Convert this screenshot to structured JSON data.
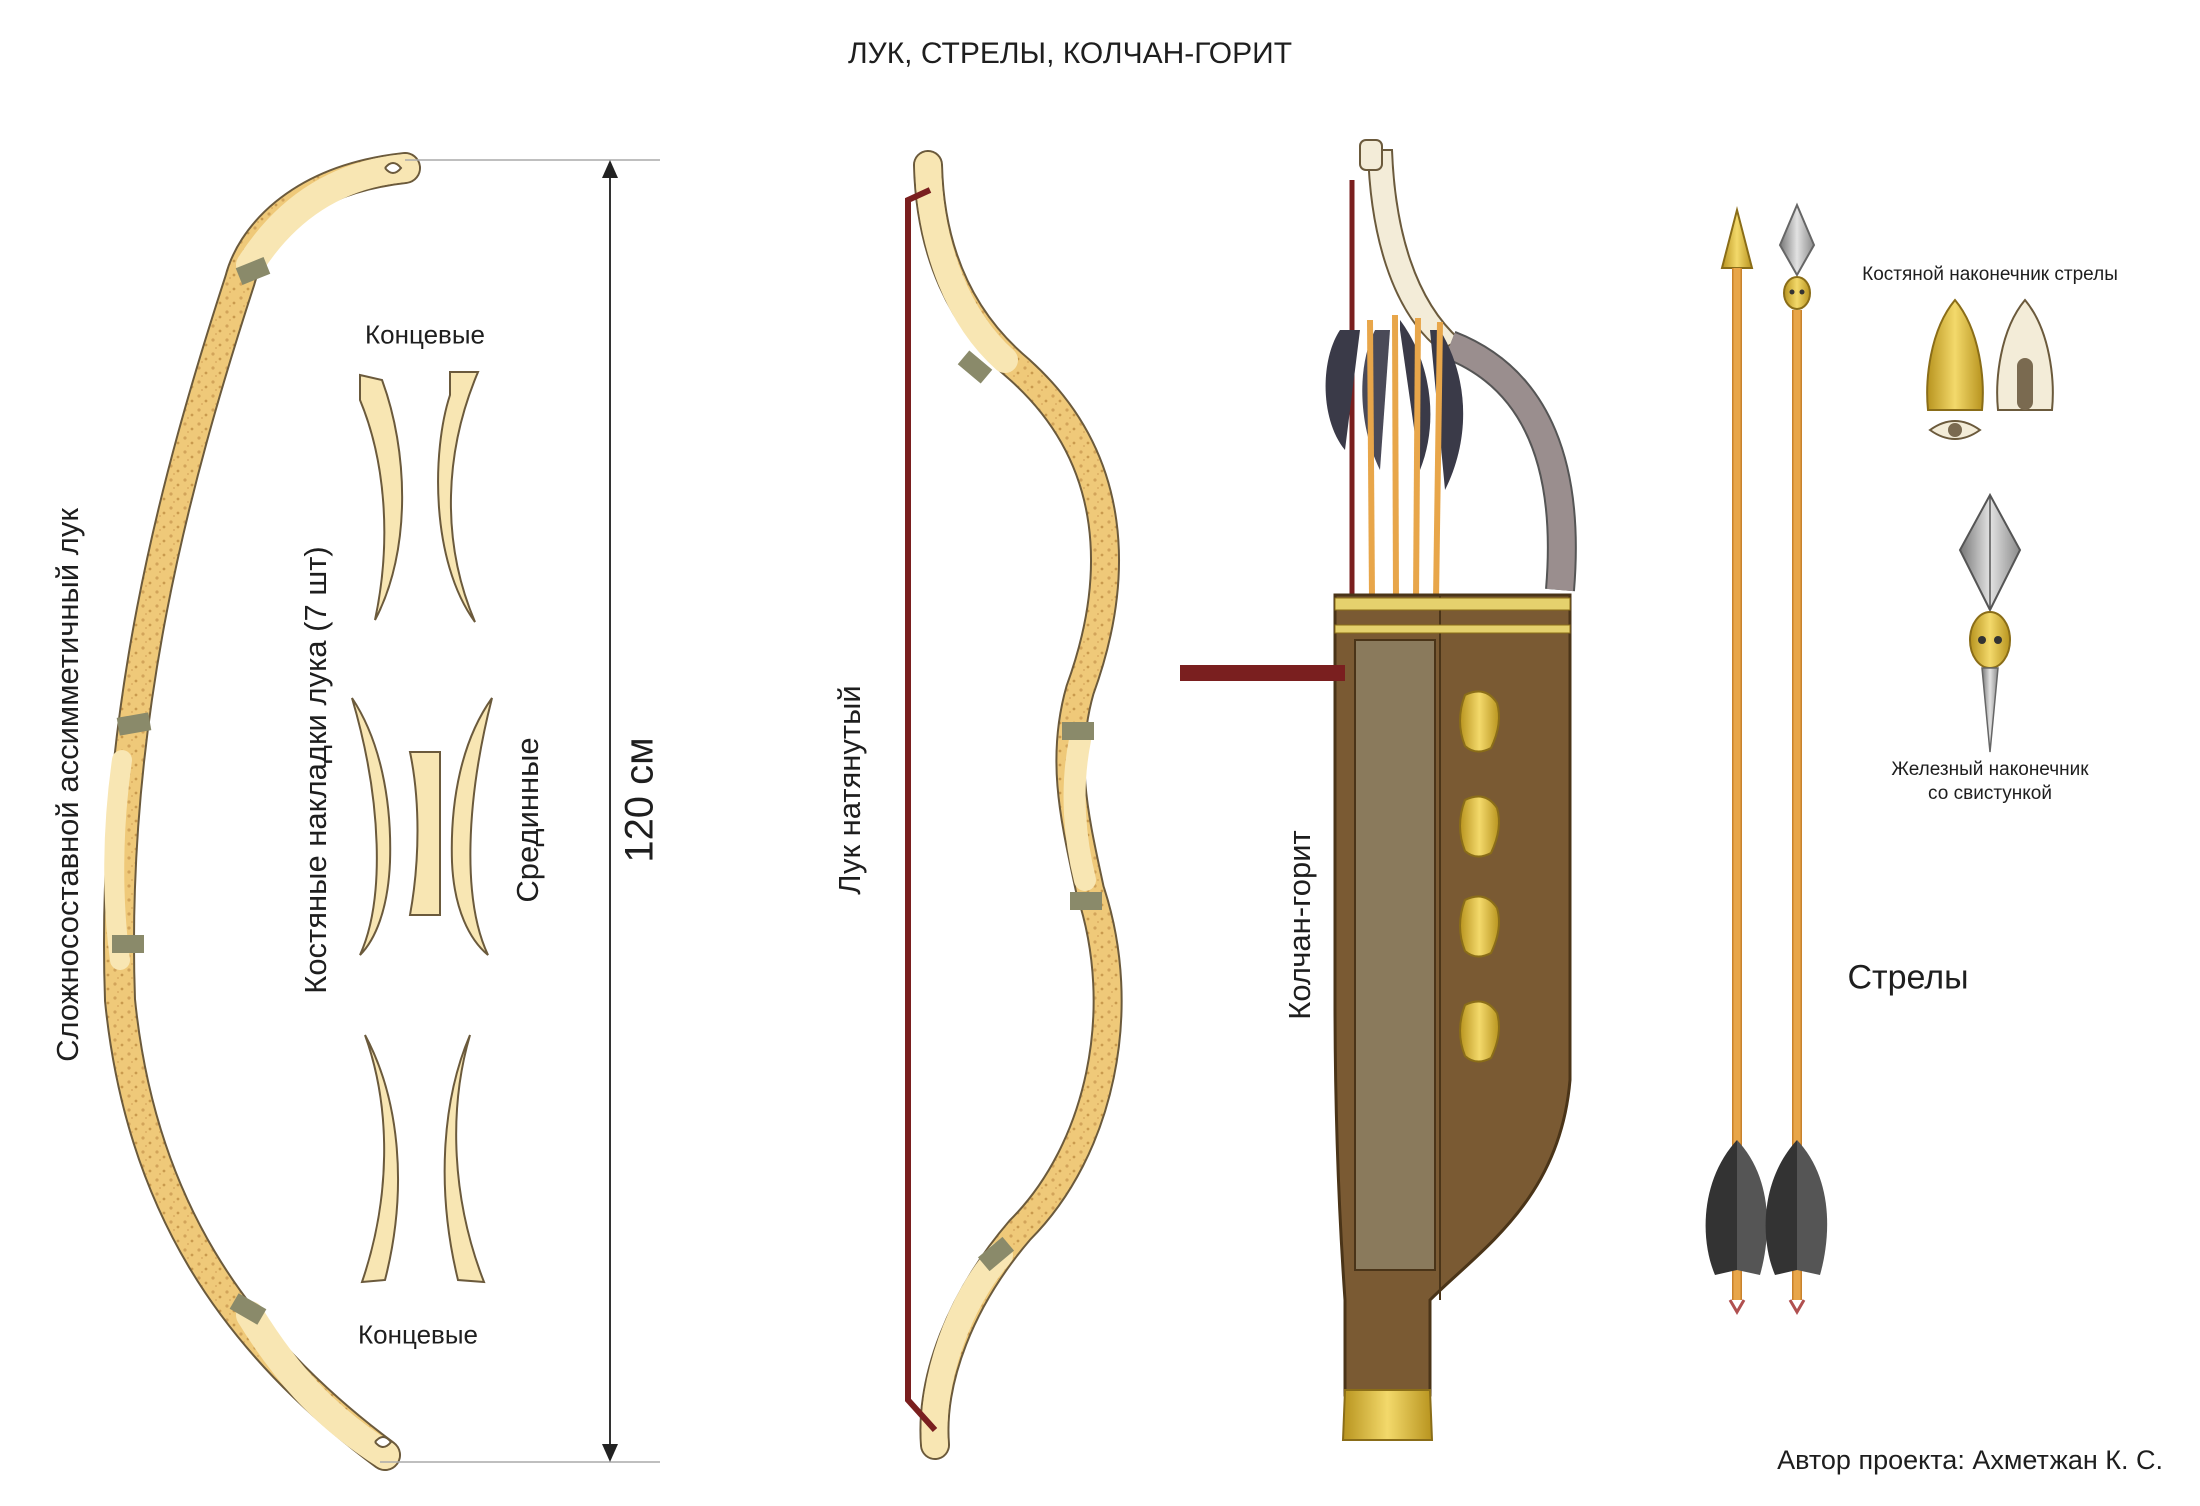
{
  "title": "ЛУК, СТРЕЛЫ, КОЛЧАН-ГОРИТ",
  "labels": {
    "composite_bow": "Сложносоставной ассимметичный лук",
    "bone_plates": "Костяные накладки лука (7 шт)",
    "end_plates_top": "Концевые",
    "end_plates_bottom": "Концевые",
    "middle_plates": "Срединные",
    "size": "120 см",
    "strung_bow": "Лук натянутый",
    "quiver": "Колчан-горит",
    "bone_tip": "Костяной наконечник стрелы",
    "iron_tip_line1": "Железный наконечник",
    "iron_tip_line2": "со свистункой",
    "arrows": "Стрелы",
    "author": "Автор проекта: Ахметжан К. С."
  },
  "colors": {
    "bone": "#f8e6b3",
    "birch_bark": "#efc979",
    "binding": "#8a8a6a",
    "bowstring": "#7a1f1f",
    "quiver_leather": "#7a5a33",
    "quiver_panel": "#8a7a5c",
    "gold": "#d9b93a",
    "arrow_shaft": "#e8a64a",
    "iron": "#a9a9a9",
    "feather_dark": "#3a3a48"
  }
}
